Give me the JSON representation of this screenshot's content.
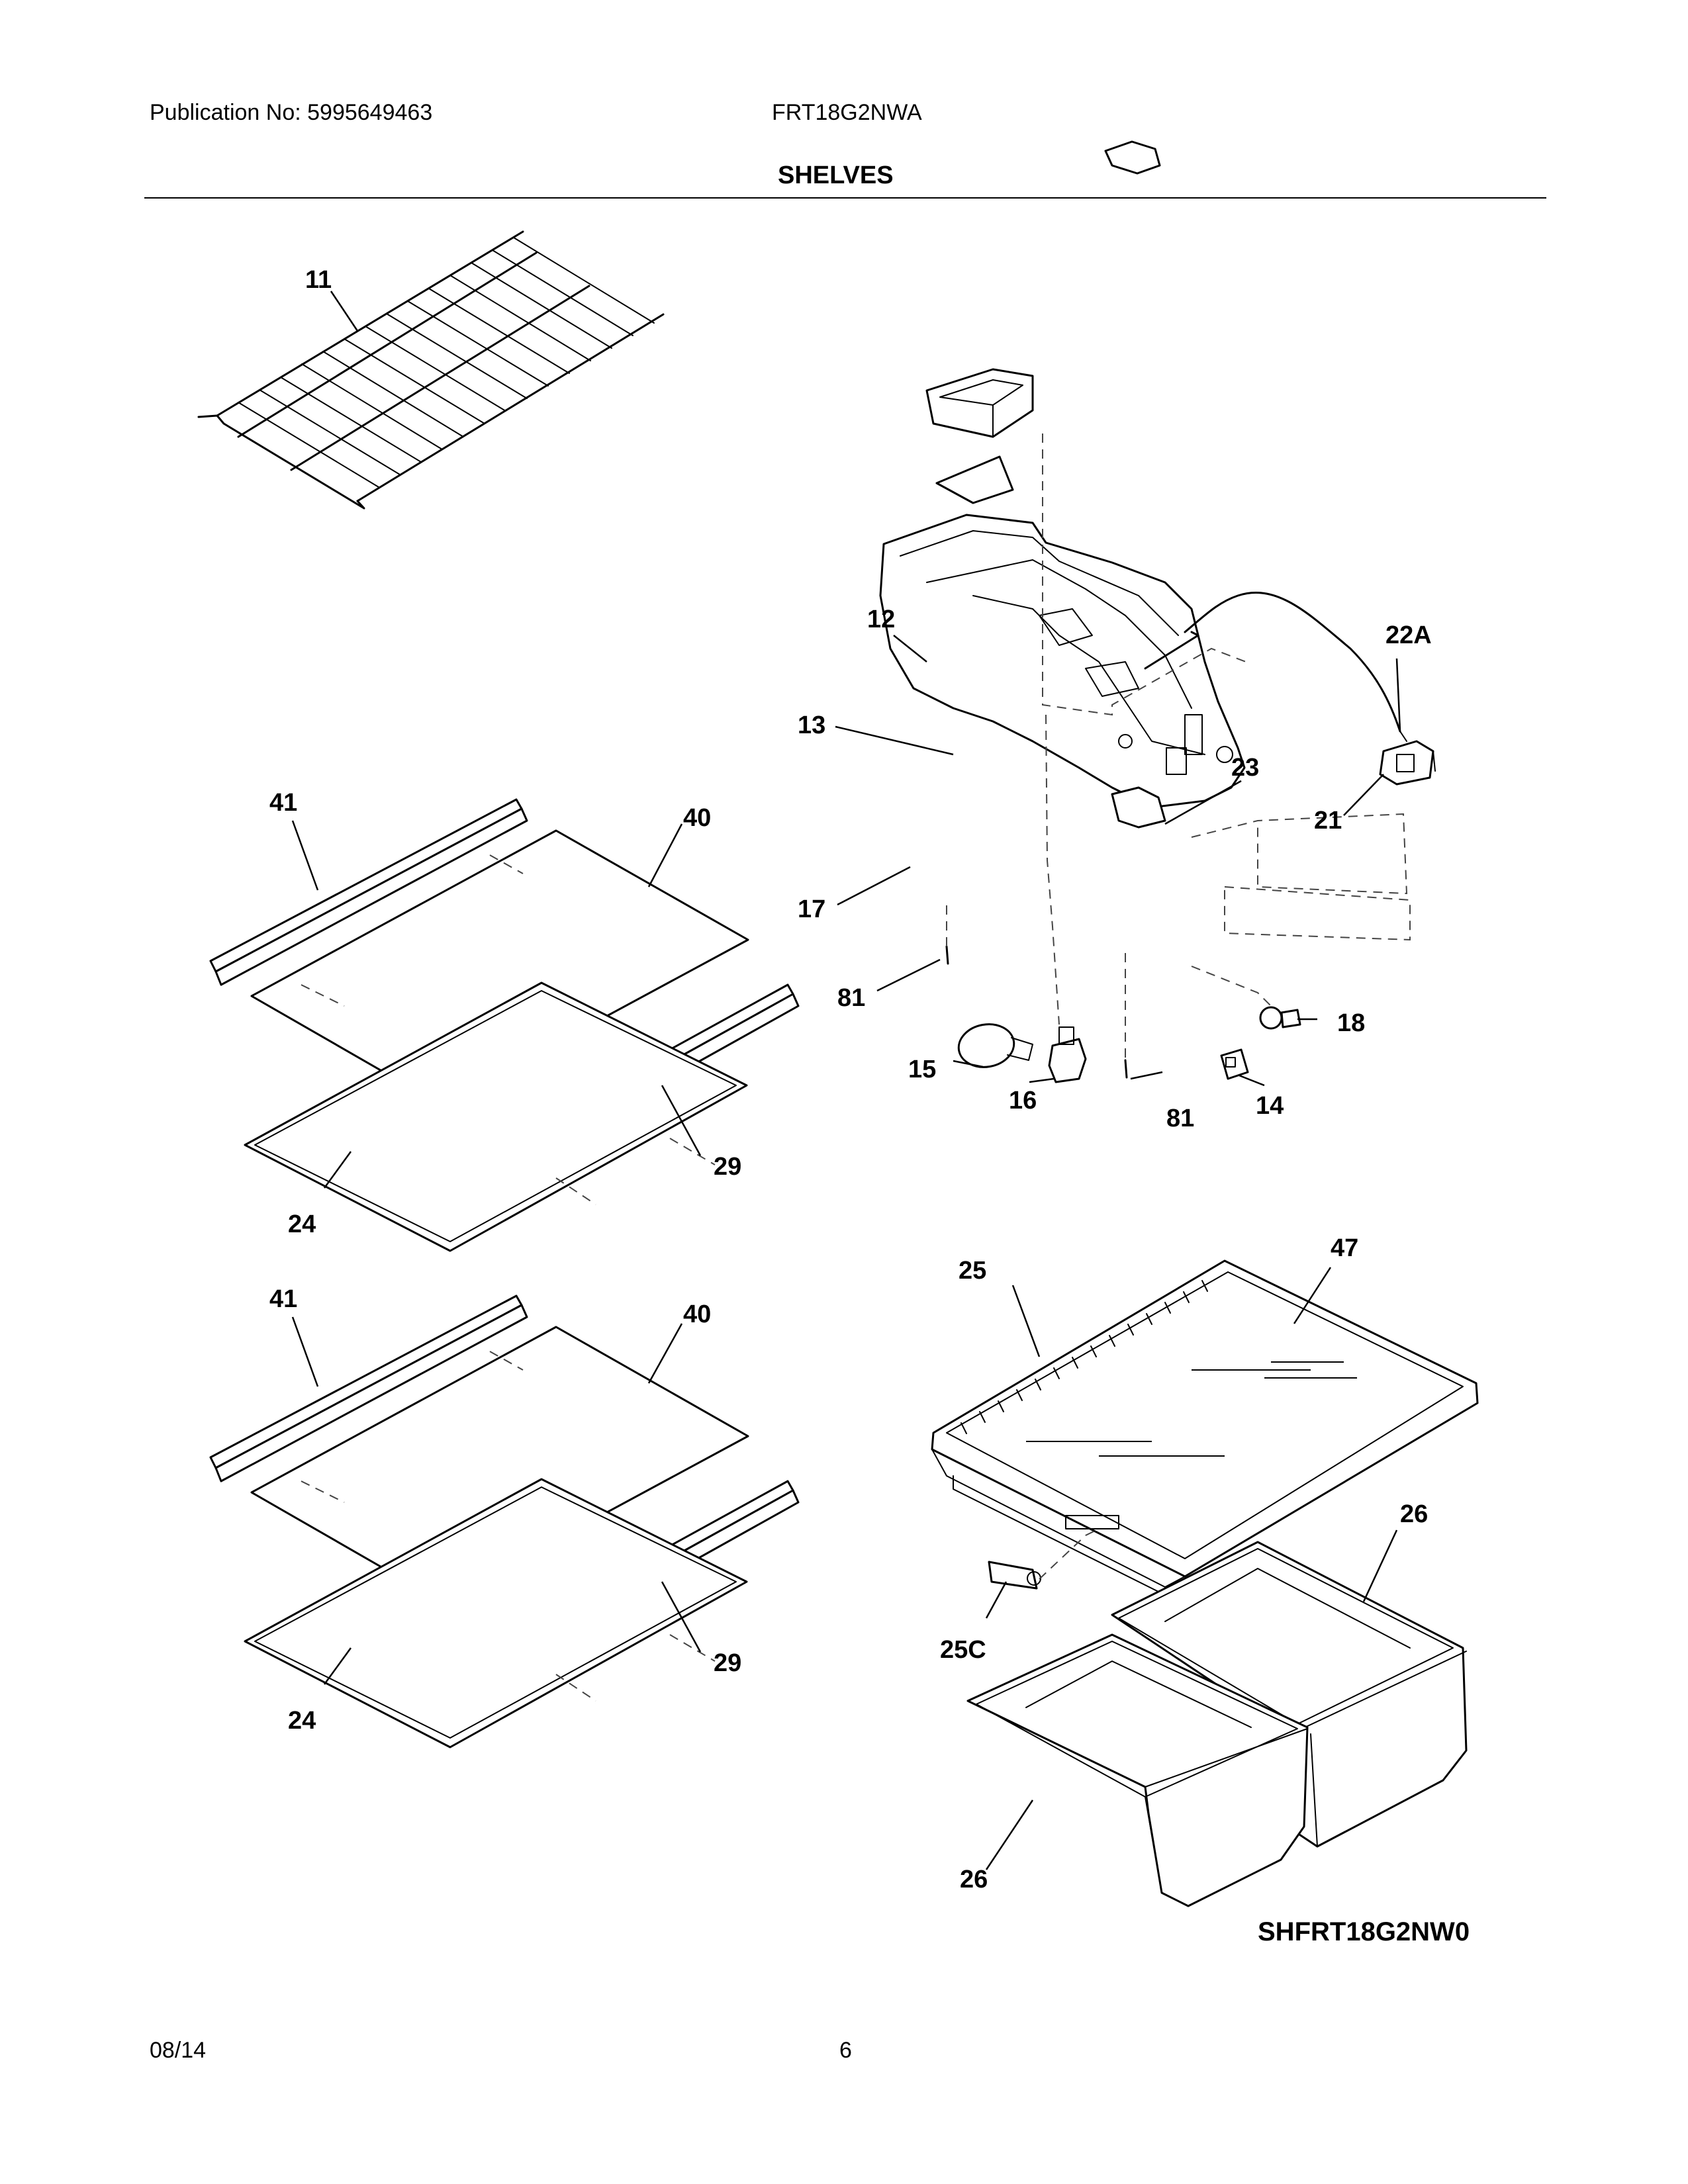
{
  "header": {
    "publication": "Publication No: 5995649463",
    "model": "FRT18G2NWA",
    "section_title": "SHELVES"
  },
  "footer": {
    "date": "08/14",
    "page_number": "6"
  },
  "diagram_code": "SHFRT18G2NW0",
  "parts": {
    "wire_shelf": "11",
    "light_cover": "12",
    "light_shield": "13",
    "light_switch": "14",
    "light_bulb": "15",
    "lamp_socket": "16",
    "light_housing": "17",
    "control_knob": "18",
    "thermostat": "21",
    "wire_harness": "22A",
    "damper_control": "23",
    "upper_shelf_frame": "24",
    "upper_shelf_rear_trim": "41",
    "upper_shelf_glass": "40",
    "upper_shelf_front_trim": "29",
    "upper_screw_left": "81",
    "upper_screw_right": "81",
    "lower_shelf_frame": "24",
    "lower_shelf_rear_trim": "41",
    "lower_shelf_glass": "40",
    "lower_shelf_front_trim": "29",
    "crisper_cover": "25",
    "cover_insert": "47",
    "humidity_control": "25C",
    "crisper_drawer_right": "26",
    "crisper_drawer_left": "26"
  }
}
